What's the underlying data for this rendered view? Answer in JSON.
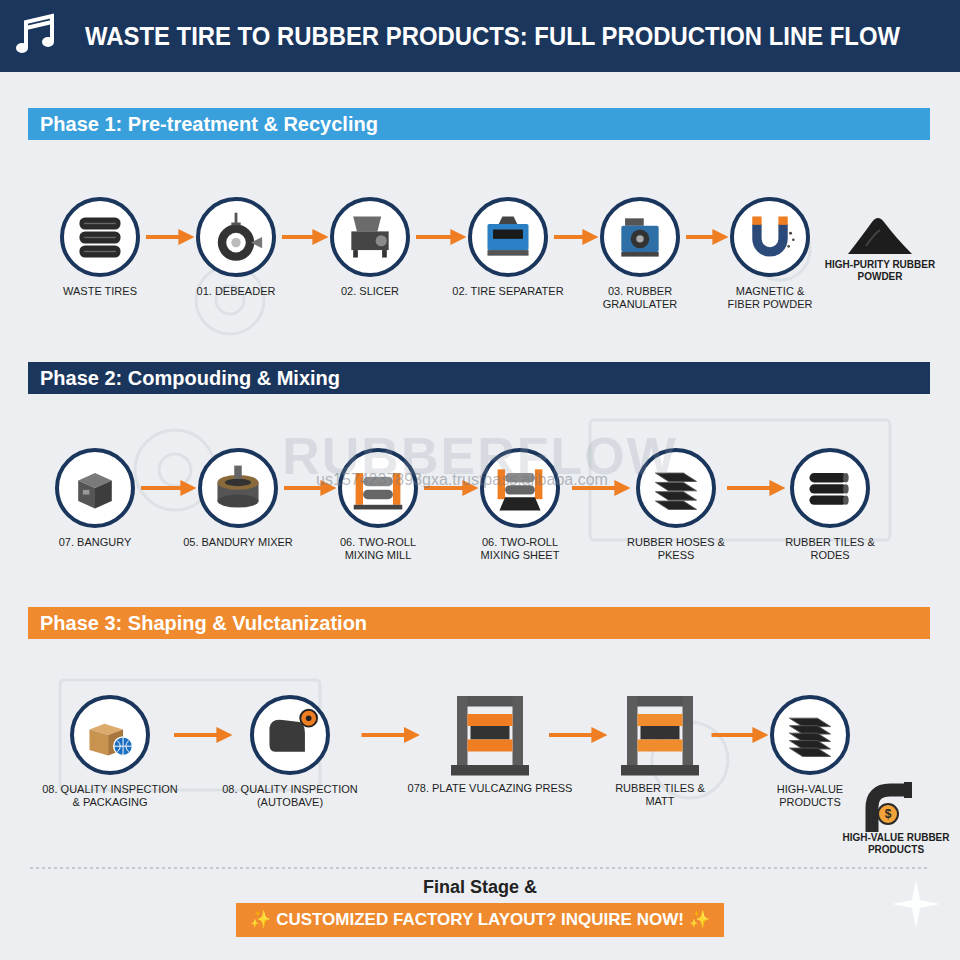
{
  "diagram": {
    "title": "WASTE TIRE TO RUBBER PRODUCTS: FULL PRODUCTION LINE FLOW",
    "nodes": [
      {
        "text": [
          "Phase 1: Pre-treatment & Recycling"
        ]
      },
      {
        "text": [
          "WASTE TIRES"
        ]
      },
      {
        "text": [
          "01. DEBEADER"
        ]
      },
      {
        "text": [
          "02. SLICER"
        ]
      },
      {
        "text": [
          "02. TIRE SEPARATER"
        ]
      },
      {
        "text": [
          "03. RUBBER GRANULATER"
        ]
      },
      {
        "text": [
          "MAGNETIC & FIBER POWDER"
        ]
      },
      {
        "text": [
          "Phase 2: Compouding & Mixing"
        ]
      },
      {
        "text": [
          "07. BANGURY"
        ]
      },
      {
        "text": [
          "05. BANDURY MIXER"
        ]
      },
      {
        "text": [
          "06. TWO-ROLL MIXING MILL"
        ]
      },
      {
        "text": [
          "06. TWO-ROLL MIXING SHEET"
        ]
      },
      {
        "text": [
          "RUBBER HOSES & PKESS"
        ]
      },
      {
        "text": [
          "RUBBER TILES & RODES"
        ]
      },
      {
        "text": [
          "Phase 3: Shaping & Vulctanization"
        ]
      },
      {
        "text": [
          "08. QUALITY INSPECTION & PACKAGING"
        ]
      },
      {
        "text": [
          "08. QUALITY INSPECTION (AUTOBAVE)"
        ]
      },
      {
        "text": [
          "078. PLATE VULCAZING PRESS"
        ]
      },
      {
        "text": [
          "RUBBER TILES & MATT"
        ]
      },
      {
        "text": [
          "HIGH-VALUE PRODUCTS"
        ]
      },
      {
        "text": [
          "✨ CUSTOMIZED FACTORY LAYOUT? INQUIRE NOW! ✨"
        ]
      }
    ],
    "edges": [
      {
        "from": 1,
        "to": 2,
        "arrow": "to"
      },
      {
        "from": 2,
        "to": 3,
        "arrow": "to"
      },
      {
        "from": 3,
        "to": 4,
        "arrow": "to"
      },
      {
        "from": 4,
        "to": 5,
        "arrow": "to"
      },
      {
        "from": 5,
        "to": 6,
        "arrow": "to"
      },
      {
        "from": 8,
        "to": 9,
        "arrow": "to"
      },
      {
        "from": 9,
        "to": 10,
        "arrow": "to"
      },
      {
        "from": 10,
        "to": 11,
        "arrow": "to"
      },
      {
        "from": 11,
        "to": 12,
        "arrow": "to"
      },
      {
        "from": 12,
        "to": 13,
        "arrow": "to"
      },
      {
        "from": 15,
        "to": 16,
        "arrow": "to"
      },
      {
        "from": 16,
        "to": 17,
        "arrow": "to"
      },
      {
        "from": 17,
        "to": 18,
        "arrow": "to"
      },
      {
        "from": 18,
        "to": 19,
        "arrow": "to"
      }
    ],
    "labels": [
      "HIGH-PURITY RUBBER POWDER",
      "RUBBERFLOW",
      "us1574237893gxa.trustpass.alibaba.com",
      "HIGH-VALUE RUBBER PRODUCTS",
      "$",
      "Final Stage &"
    ]
  }
}
